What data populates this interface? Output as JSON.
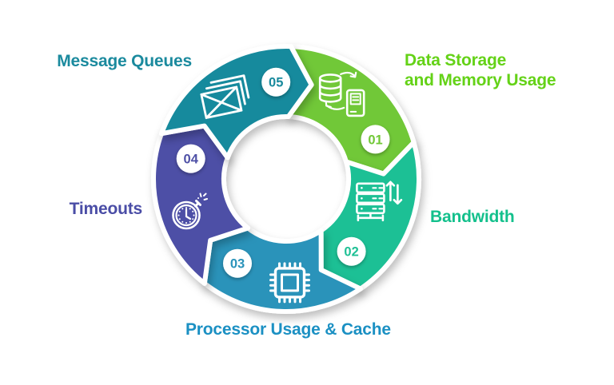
{
  "diagram": {
    "type": "circular-process-wheel",
    "steps_count": 5,
    "direction": "clockwise",
    "background_color": "#ffffff",
    "badge_bg_color": "#ffffff",
    "icon_color": "#ffffff",
    "items": [
      {
        "number": "01",
        "title": "Data Storage and Memory Usage",
        "title_lines": [
          "Data Storage",
          "and Memory Usage"
        ],
        "segment_color": "#71c837",
        "label_color": "#64d217",
        "icon": "database-sync-icon"
      },
      {
        "number": "02",
        "title": "Bandwidth",
        "title_lines": [
          "Bandwidth"
        ],
        "segment_color": "#1fc095",
        "label_color": "#13c08c",
        "icon": "server-arrows-icon"
      },
      {
        "number": "03",
        "title": "Processor Usage & Cache",
        "title_lines": [
          "Processor Usage & Cache"
        ],
        "segment_color": "#2a93ba",
        "label_color": "#1b90c3",
        "icon": "cpu-chip-icon"
      },
      {
        "number": "04",
        "title": "Timeouts",
        "title_lines": [
          "Timeouts"
        ],
        "segment_color": "#4e50a6",
        "label_color": "#4a4da6",
        "icon": "stopwatch-icon"
      },
      {
        "number": "05",
        "title": "Message Queues",
        "title_lines": [
          "Message Queues"
        ],
        "segment_color": "#198a9d",
        "label_color": "#1b8a9e",
        "icon": "envelope-stack-icon"
      }
    ]
  }
}
